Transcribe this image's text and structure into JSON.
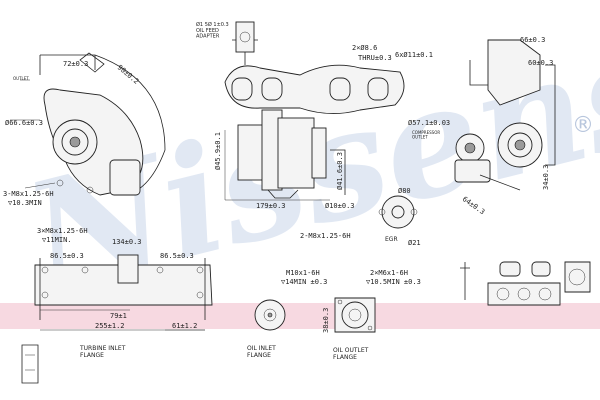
{
  "watermark": {
    "text": "Nissens",
    "registered": "®"
  },
  "colors": {
    "watermark": "#c9d6ea",
    "band": "#f7d9e1"
  },
  "dimensions": {
    "d1": "72±0.3",
    "d2": "90±0.2",
    "d3": "Ø66.6±0.3",
    "d4": "3-M8x1.25-6H",
    "d5": "▽10.3MIN",
    "d6": "2×Ø8.6",
    "d7": "THRU±0.3",
    "d8": "6xØ11±0.1",
    "d9": "Ø45.9±0.1",
    "d10": "Ø41.6±0.3",
    "d11": "179±0.3",
    "d12": "Ø10±0.3",
    "d13": "2-M8x1.25-6H",
    "d14": "Ø80",
    "d15": "Ø21",
    "d16": "Ø57.1±0.03",
    "d17": "66±0.3",
    "d18": "60±0.3",
    "d19": "34±0.3",
    "d20": "64±0.3",
    "d21": "3×M8x1.25-6H",
    "d22": "▽11MIN.",
    "d23": "134±0.3",
    "d24": "86.5±0.3",
    "d25": "86.5±0.3",
    "d26": "79±1",
    "d27": "255±1.2",
    "d28": "61±1.2",
    "d29": "M10x1-6H",
    "d30": "▽14MIN ±0.3",
    "d31": "2×M6x1-6H",
    "d32": "▽10.5MIN ±0.3",
    "d33": "38±0.3"
  },
  "labels": {
    "egr": "EGR",
    "turbine_flange": "TURBINE INLET\nFLANGE",
    "oil_inlet": "OIL INLET\nFLANGE",
    "oil_outlet": "OIL OUTLET\nFLANGE",
    "top_note": "Ø1 5Ø 1±0.3\nOIL FEED\nADAPTER",
    "compressor_outlet": "COMPRESSOR\nOUTLET"
  }
}
